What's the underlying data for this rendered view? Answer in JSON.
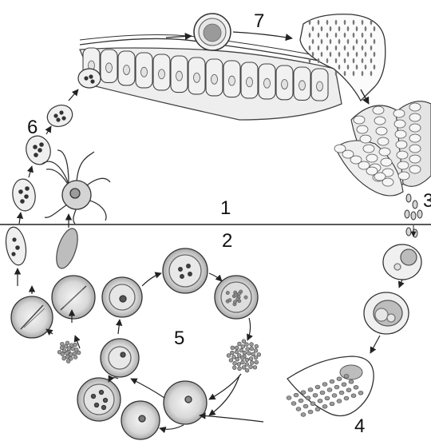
{
  "diagram": {
    "labels": {
      "one": "1",
      "two": "2",
      "three": "3",
      "four": "4",
      "five": "5",
      "six": "6",
      "seven": "7"
    },
    "colors": {
      "stroke": "#222222",
      "cell_fill": "#f2f2f2",
      "cytoplasm": "#c9c9c9",
      "nucleus": "#8f8f8f",
      "dark_dot": "#333333"
    }
  }
}
